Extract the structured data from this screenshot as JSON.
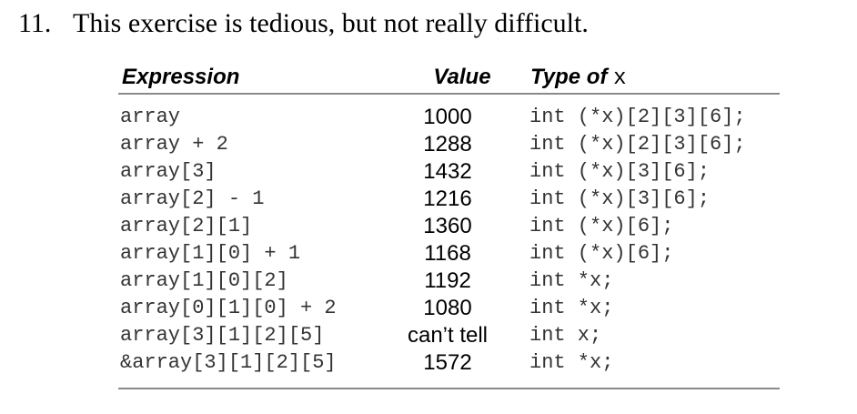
{
  "exercise": {
    "number": "11.",
    "text": "This exercise is tedious, but not really difficult."
  },
  "table": {
    "headers": {
      "expression": "Expression",
      "value": "Value",
      "type_prefix": "Type of",
      "type_var": "x"
    },
    "rows": [
      {
        "expression": "array",
        "value": "1000",
        "type": "int (*x)[2][3][6];"
      },
      {
        "expression": "array + 2",
        "value": "1288",
        "type": "int (*x)[2][3][6];"
      },
      {
        "expression": "array[3]",
        "value": "1432",
        "type": "int (*x)[3][6];"
      },
      {
        "expression": "array[2] - 1",
        "value": "1216",
        "type": "int (*x)[3][6];"
      },
      {
        "expression": "array[2][1]",
        "value": "1360",
        "type": "int (*x)[6];"
      },
      {
        "expression": "array[1][0] + 1",
        "value": "1168",
        "type": "int (*x)[6];"
      },
      {
        "expression": "array[1][0][2]",
        "value": "1192",
        "type": "int *x;"
      },
      {
        "expression": "array[0][1][0] + 2",
        "value": "1080",
        "type": "int *x;"
      },
      {
        "expression": "array[3][1][2][5]",
        "value": "can’t tell",
        "type": "int x;"
      },
      {
        "expression": "&array[3][1][2][5]",
        "value": "1572",
        "type": "int *x;"
      }
    ]
  }
}
